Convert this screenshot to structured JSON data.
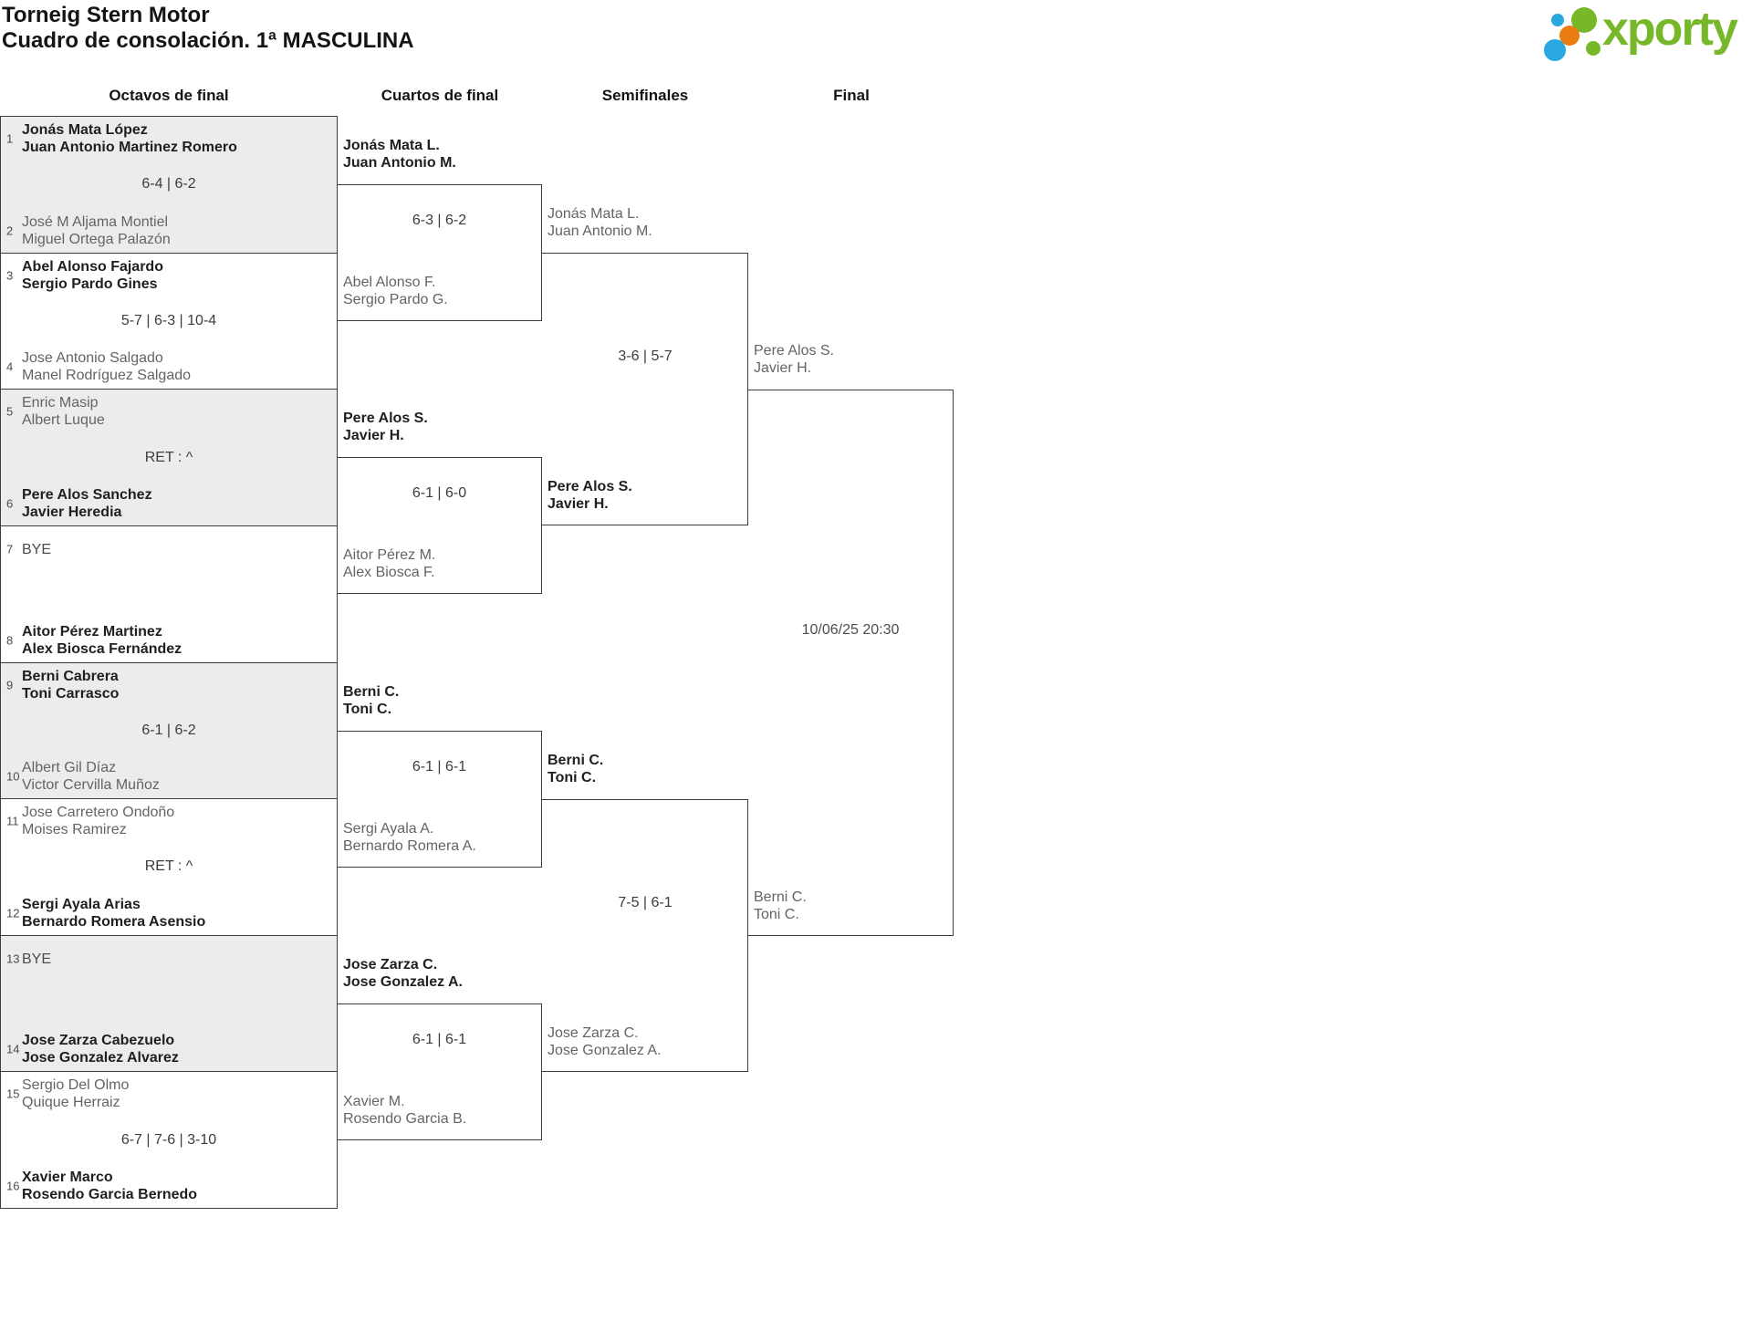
{
  "header": {
    "title": "Torneig Stern Motor",
    "subtitle": "Cuadro de consolación. 1ª MASCULINA"
  },
  "logo": {
    "text": "xporty",
    "brand_green": "#76b82a",
    "brand_blue": "#29a8e0",
    "brand_orange": "#ea7c12"
  },
  "round_headers": [
    "Octavos de final",
    "Cuartos de final",
    "Semifinales",
    "Final"
  ],
  "rounds": {
    "r16": [
      {
        "seed_top": "1",
        "top1": "Jonás Mata López",
        "top2": "Juan Antonio Martinez Romero",
        "score": "6-4 | 6-2",
        "seed_bottom": "2",
        "bottom1": "José M Aljama Montiel",
        "bottom2": "Miguel Ortega Palazón"
      },
      {
        "seed_top": "3",
        "top1": "Abel Alonso Fajardo",
        "top2": "Sergio Pardo Gines",
        "score": "5-7 | 6-3 | 10-4",
        "seed_bottom": "4",
        "bottom1": "Jose Antonio Salgado",
        "bottom2": "Manel Rodríguez Salgado"
      },
      {
        "seed_top": "5",
        "top1": "Enric Masip",
        "top2": "Albert Luque",
        "score": "RET : ^",
        "seed_bottom": "6",
        "bottom1": "Pere Alos Sanchez",
        "bottom2": "Javier Heredia"
      },
      {
        "seed_top": "7",
        "top1": "BYE",
        "top2": "",
        "score": "",
        "seed_bottom": "8",
        "bottom1": "Aitor Pérez Martinez",
        "bottom2": "Alex Biosca Fernández"
      },
      {
        "seed_top": "9",
        "top1": "Berni Cabrera",
        "top2": "Toni Carrasco",
        "score": "6-1 | 6-2",
        "seed_bottom": "10",
        "bottom1": "Albert Gil Díaz",
        "bottom2": "Victor Cervilla Muñoz"
      },
      {
        "seed_top": "11",
        "top1": "Jose Carretero Ondoño",
        "top2": "Moises Ramirez",
        "score": "RET : ^",
        "seed_bottom": "12",
        "bottom1": "Sergi Ayala Arias",
        "bottom2": "Bernardo Romera Asensio"
      },
      {
        "seed_top": "13",
        "top1": "BYE",
        "top2": "",
        "score": "",
        "seed_bottom": "14",
        "bottom1": "Jose Zarza Cabezuelo",
        "bottom2": "Jose Gonzalez Alvarez"
      },
      {
        "seed_top": "15",
        "top1": "Sergio Del Olmo",
        "top2": "Quique Herraiz",
        "score": "6-7 | 7-6 | 3-10",
        "seed_bottom": "16",
        "bottom1": "Xavier Marco",
        "bottom2": "Rosendo Garcia Bernedo"
      }
    ],
    "qf": [
      {
        "top1": "Jonás Mata L.",
        "top2": "Juan Antonio M.",
        "score": "6-3 | 6-2",
        "bottom1": "Abel Alonso F.",
        "bottom2": "Sergio Pardo G."
      },
      {
        "top1": "Pere Alos S.",
        "top2": "Javier H.",
        "score": "6-1 | 6-0",
        "bottom1": "Aitor Pérez M.",
        "bottom2": "Alex Biosca F."
      },
      {
        "top1": "Berni C.",
        "top2": "Toni C.",
        "score": "6-1 | 6-1",
        "bottom1": "Sergi Ayala A.",
        "bottom2": "Bernardo Romera A."
      },
      {
        "top1": "Jose Zarza C.",
        "top2": "Jose Gonzalez A.",
        "score": "6-1 | 6-1",
        "bottom1": "Xavier M.",
        "bottom2": "Rosendo Garcia B."
      }
    ],
    "sf": [
      {
        "top1": "Jonás Mata L.",
        "top2": "Juan Antonio M.",
        "score": "3-6 | 5-7",
        "bottom1": "Pere Alos S.",
        "bottom2": "Javier H."
      },
      {
        "top1": "Berni C.",
        "top2": "Toni C.",
        "score": "7-5 | 6-1",
        "bottom1": "Jose Zarza C.",
        "bottom2": "Jose Gonzalez A."
      }
    ],
    "final": {
      "top1": "Pere Alos S.",
      "top2": "Javier H.",
      "schedule": "10/06/25 20:30",
      "bottom1": "Berni C.",
      "bottom2": "Toni C."
    }
  }
}
